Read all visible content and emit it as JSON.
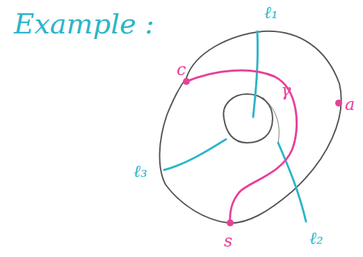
{
  "diagram": {
    "title": "Example :",
    "labels": [
      "ℓ₁",
      "ℓ₂",
      "ℓ₃",
      "c",
      "a",
      "s",
      "γ"
    ]
  }
}
